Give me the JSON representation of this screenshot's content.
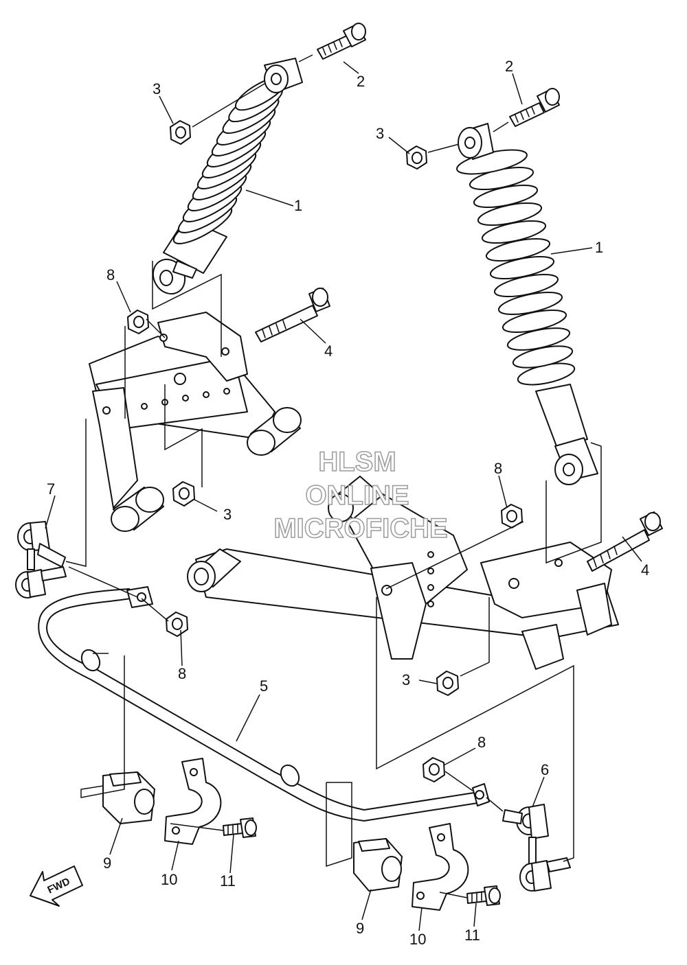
{
  "callouts": {
    "c1a": "1",
    "c1b": "1",
    "c2a": "2",
    "c2b": "2",
    "c3a": "3",
    "c3b": "3",
    "c3c": "3",
    "c3d": "3",
    "c4a": "4",
    "c4b": "4",
    "c5": "5",
    "c6": "6",
    "c7": "7",
    "c8a": "8",
    "c8b": "8",
    "c8c": "8",
    "c8d": "8",
    "c9a": "9",
    "c9b": "9",
    "c10a": "10",
    "c10b": "10",
    "c11a": "11",
    "c11b": "11"
  },
  "watermark": {
    "line1": "HLSM",
    "line2": "ONLINE",
    "line3": "MICROFICHE",
    "color": "#9a9a9a"
  },
  "fwd_label": "FWD",
  "line_color": "#111111"
}
